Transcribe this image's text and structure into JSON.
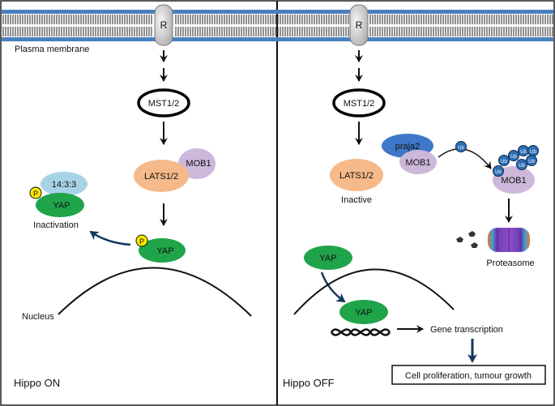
{
  "membrane": {
    "label": "Plasma membrane",
    "receptor_label": "R",
    "colors": {
      "blue": "#4a7fc0",
      "lipid": "#222222"
    }
  },
  "left_panel": {
    "title": "Hippo ON",
    "mst": "MST1/2",
    "lats": "LATS1/2",
    "mob": "MOB1",
    "yap_cytoplasm": "YAP",
    "phospho": "P",
    "complex_1433": "14:3:3",
    "yap_bound": "YAP",
    "inactivation": "Inactivation",
    "nucleus": "Nucleus"
  },
  "right_panel": {
    "title": "Hippo OFF",
    "mst": "MST1/2",
    "lats": "LATS1/2",
    "inactive": "Inactive",
    "praja": "praja2",
    "mob": "MOB1",
    "ub": "Ub",
    "mob_ub": "MOB1",
    "proteasome": "Proteasome",
    "yap_cytoplasm": "YAP",
    "yap_nucleus": "YAP",
    "gene_transcription": "Gene transcription",
    "outcome": "Cell proliferation, tumour growth"
  },
  "colors": {
    "yap": "#1fa44a",
    "lats": "#f5b98a",
    "mob": "#cdb7da",
    "complex_1433": "#a7d3e6",
    "phospho": "#ffe600",
    "praja": "#3f78c9",
    "ub": "#2d6fb3",
    "arrow_blue": "#14365e"
  }
}
